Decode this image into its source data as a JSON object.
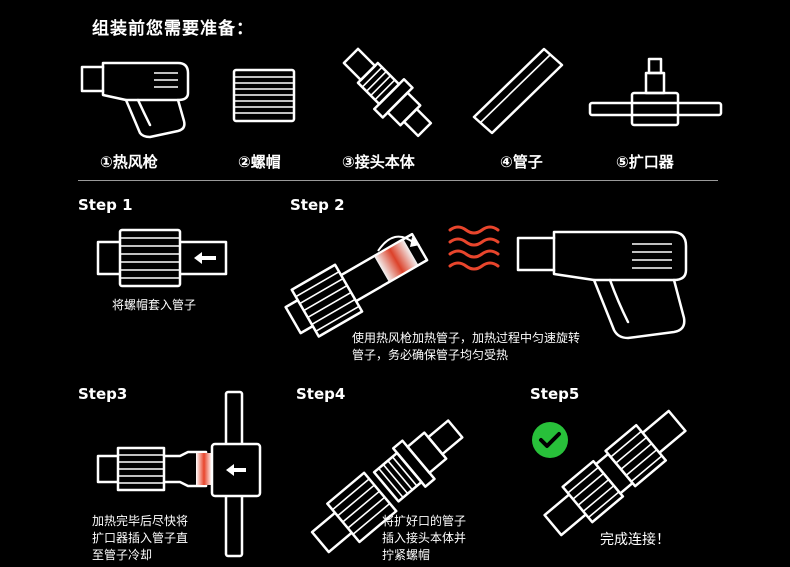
{
  "header": {
    "title": "组装前您需要准备："
  },
  "tools": [
    {
      "label": "①热风枪"
    },
    {
      "label": "②螺帽"
    },
    {
      "label": "③接头本体"
    },
    {
      "label": "④管子"
    },
    {
      "label": "⑤扩口器"
    }
  ],
  "steps": [
    {
      "title": "Step 1",
      "caption": [
        "将螺帽套入管子"
      ]
    },
    {
      "title": "Step 2",
      "caption": [
        "使用热风枪加热管子，加热过程中匀速旋转",
        "管子，务必确保管子均匀受热"
      ]
    },
    {
      "title": "Step3",
      "caption": [
        "加热完毕后尽快将",
        "扩口器插入管子直",
        "至管子冷却"
      ]
    },
    {
      "title": "Step4",
      "caption": [
        "将扩好口的管子",
        "插入接头本体并",
        "拧紧螺帽"
      ]
    },
    {
      "title": "Step5",
      "caption": [
        "完成连接！"
      ]
    }
  ],
  "colors": {
    "background": "#000000",
    "line": "#ffffff",
    "heat": "#e8452c",
    "check": "#28c03a"
  }
}
